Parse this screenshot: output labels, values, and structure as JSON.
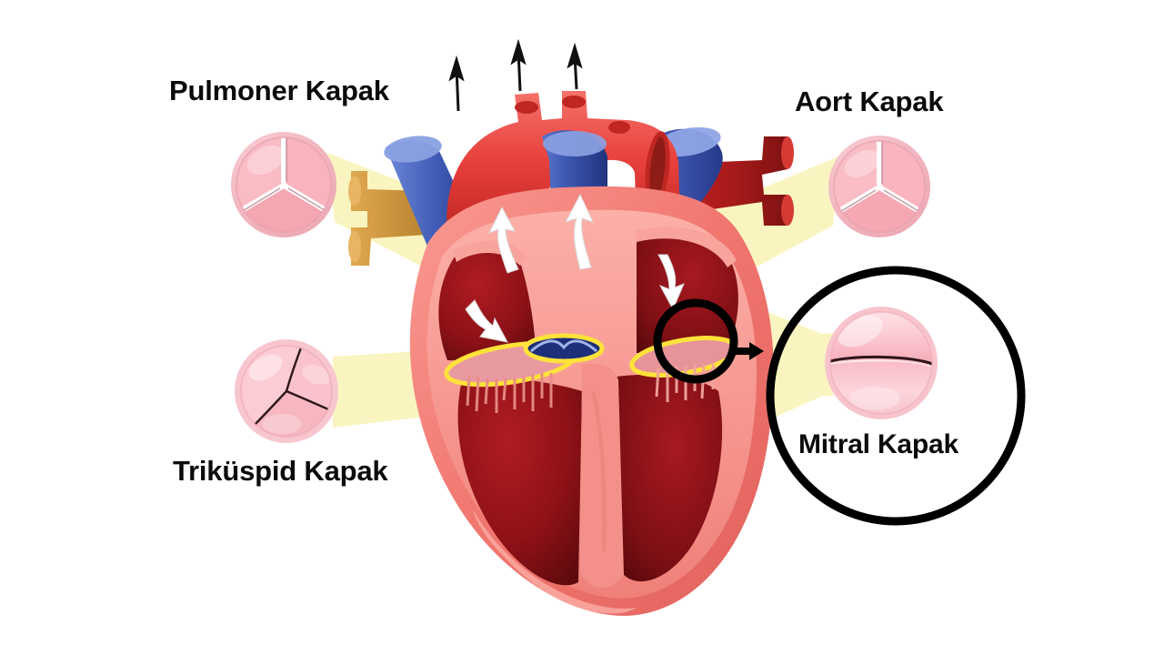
{
  "diagram": {
    "title": "Kalp Kapakları (Heart Valves) Anatomical Cross-Section",
    "background_color": "#ffffff",
    "labels": {
      "pulmonary": "Pulmoner Kapak",
      "aortic": "Aort Kapak",
      "tricuspid": "Triküspid Kapak",
      "mitral": "Mitral Kapak"
    },
    "valve_insets": [
      {
        "id": "pulmonary-valve-inset",
        "label": "Pulmoner Kapak",
        "leaflets": 3,
        "state": "closed",
        "rim_color": "#f3b9c2",
        "leaflet_color": "#f6aab4",
        "commissure_color": "#ffffff"
      },
      {
        "id": "aortic-valve-inset",
        "label": "Aort Kapak",
        "leaflets": 3,
        "state": "closed",
        "rim_color": "#f3b9c2",
        "leaflet_color": "#f7a9b4",
        "commissure_color": "#ffffff"
      },
      {
        "id": "tricuspid-valve-inset",
        "label": "Triküspid Kapak",
        "leaflets": 3,
        "state": "closed",
        "rim_color": "#f6c2ca",
        "leaflet_color": "#f9b9c2",
        "commissure_color": "#3a2227"
      },
      {
        "id": "mitral-valve-inset",
        "label": "Mitral Kapak",
        "leaflets": 2,
        "state": "closed",
        "rim_color": "#f7c4cc",
        "leaflet_color": "#fbc0c8",
        "commissure_color": "#3a2227"
      }
    ],
    "callout": {
      "magnifier_circle": "black-ring-on-heart-mitral-annulus",
      "arrow": "black-right-arrow",
      "zoom_circle": "large-black-ring-mitral-detail"
    },
    "colors": {
      "beam": "#f7ef9a",
      "oxygenated_vessel": "#e8403c",
      "deoxygenated_vessel": "#3f5bb5",
      "chamber": "#8e1218",
      "myocardium": "#f0756e",
      "annulus_highlight": "#ffe23a",
      "outline": "#000000",
      "flow_arrow": "#ffffff"
    },
    "flow_arrows": [
      {
        "id": "flow-arrow-aorta-branch-1",
        "direction": "up"
      },
      {
        "id": "flow-arrow-aorta-branch-2",
        "direction": "up"
      },
      {
        "id": "flow-arrow-aorta-branch-3",
        "direction": "up"
      },
      {
        "id": "flow-arrow-left-ventricle-outflow",
        "direction": "up"
      },
      {
        "id": "flow-arrow-pulmonary-trunk",
        "direction": "up"
      },
      {
        "id": "flow-arrow-right-atrium-inflow",
        "direction": "down"
      },
      {
        "id": "flow-arrow-left-atrium-inflow",
        "direction": "down"
      }
    ]
  }
}
